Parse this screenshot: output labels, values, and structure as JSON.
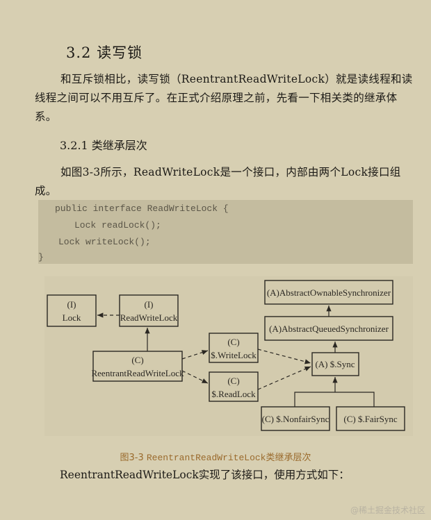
{
  "section": {
    "title": "3.2 读写锁",
    "intro": "和互斥锁相比，读写锁（ReentrantReadWriteLock）就是读线程和读线程之间可以不用互斥了。在正式介绍原理之前，先看一下相关类的继承体系。"
  },
  "subsection": {
    "title": "3.2.1 类继承层次",
    "text": "如图3-3所示，ReadWriteLock是一个接口，内部由两个Lock接口组成。"
  },
  "code": {
    "lines": [
      "public interface ReadWriteLock {",
      "Lock readLock();",
      "Lock writeLock();",
      "}"
    ]
  },
  "diagram": {
    "nodes": {
      "lock": {
        "kind": "(I)",
        "name": "Lock"
      },
      "readwritelock": {
        "kind": "(I)",
        "name": "ReadWriteLock"
      },
      "reentrant": {
        "kind": "(C)",
        "name": "ReentrantReadWriteLock"
      },
      "writelock": {
        "kind": "(C)",
        "name": "$.WriteLock"
      },
      "readlock": {
        "kind": "(C)",
        "name": "$.ReadLock"
      },
      "aos": {
        "label": "(A)AbstractOwnableSynchronizer"
      },
      "aqs": {
        "label": "(A)AbstractQueuedSynchronizer"
      },
      "sync": {
        "label": "(A) $.Sync"
      },
      "nonfair": {
        "label": "(C) $.NonfairSync"
      },
      "fair": {
        "label": "(C) $.FairSync"
      }
    }
  },
  "figure": {
    "caption_prefix": "图3-3 ",
    "caption_name": "ReentrantReadWriteLock",
    "caption_suffix": "类继承层次"
  },
  "closing": "ReentrantReadWriteLock实现了该接口，使用方式如下：",
  "watermark": "@稀土掘金技术社区"
}
